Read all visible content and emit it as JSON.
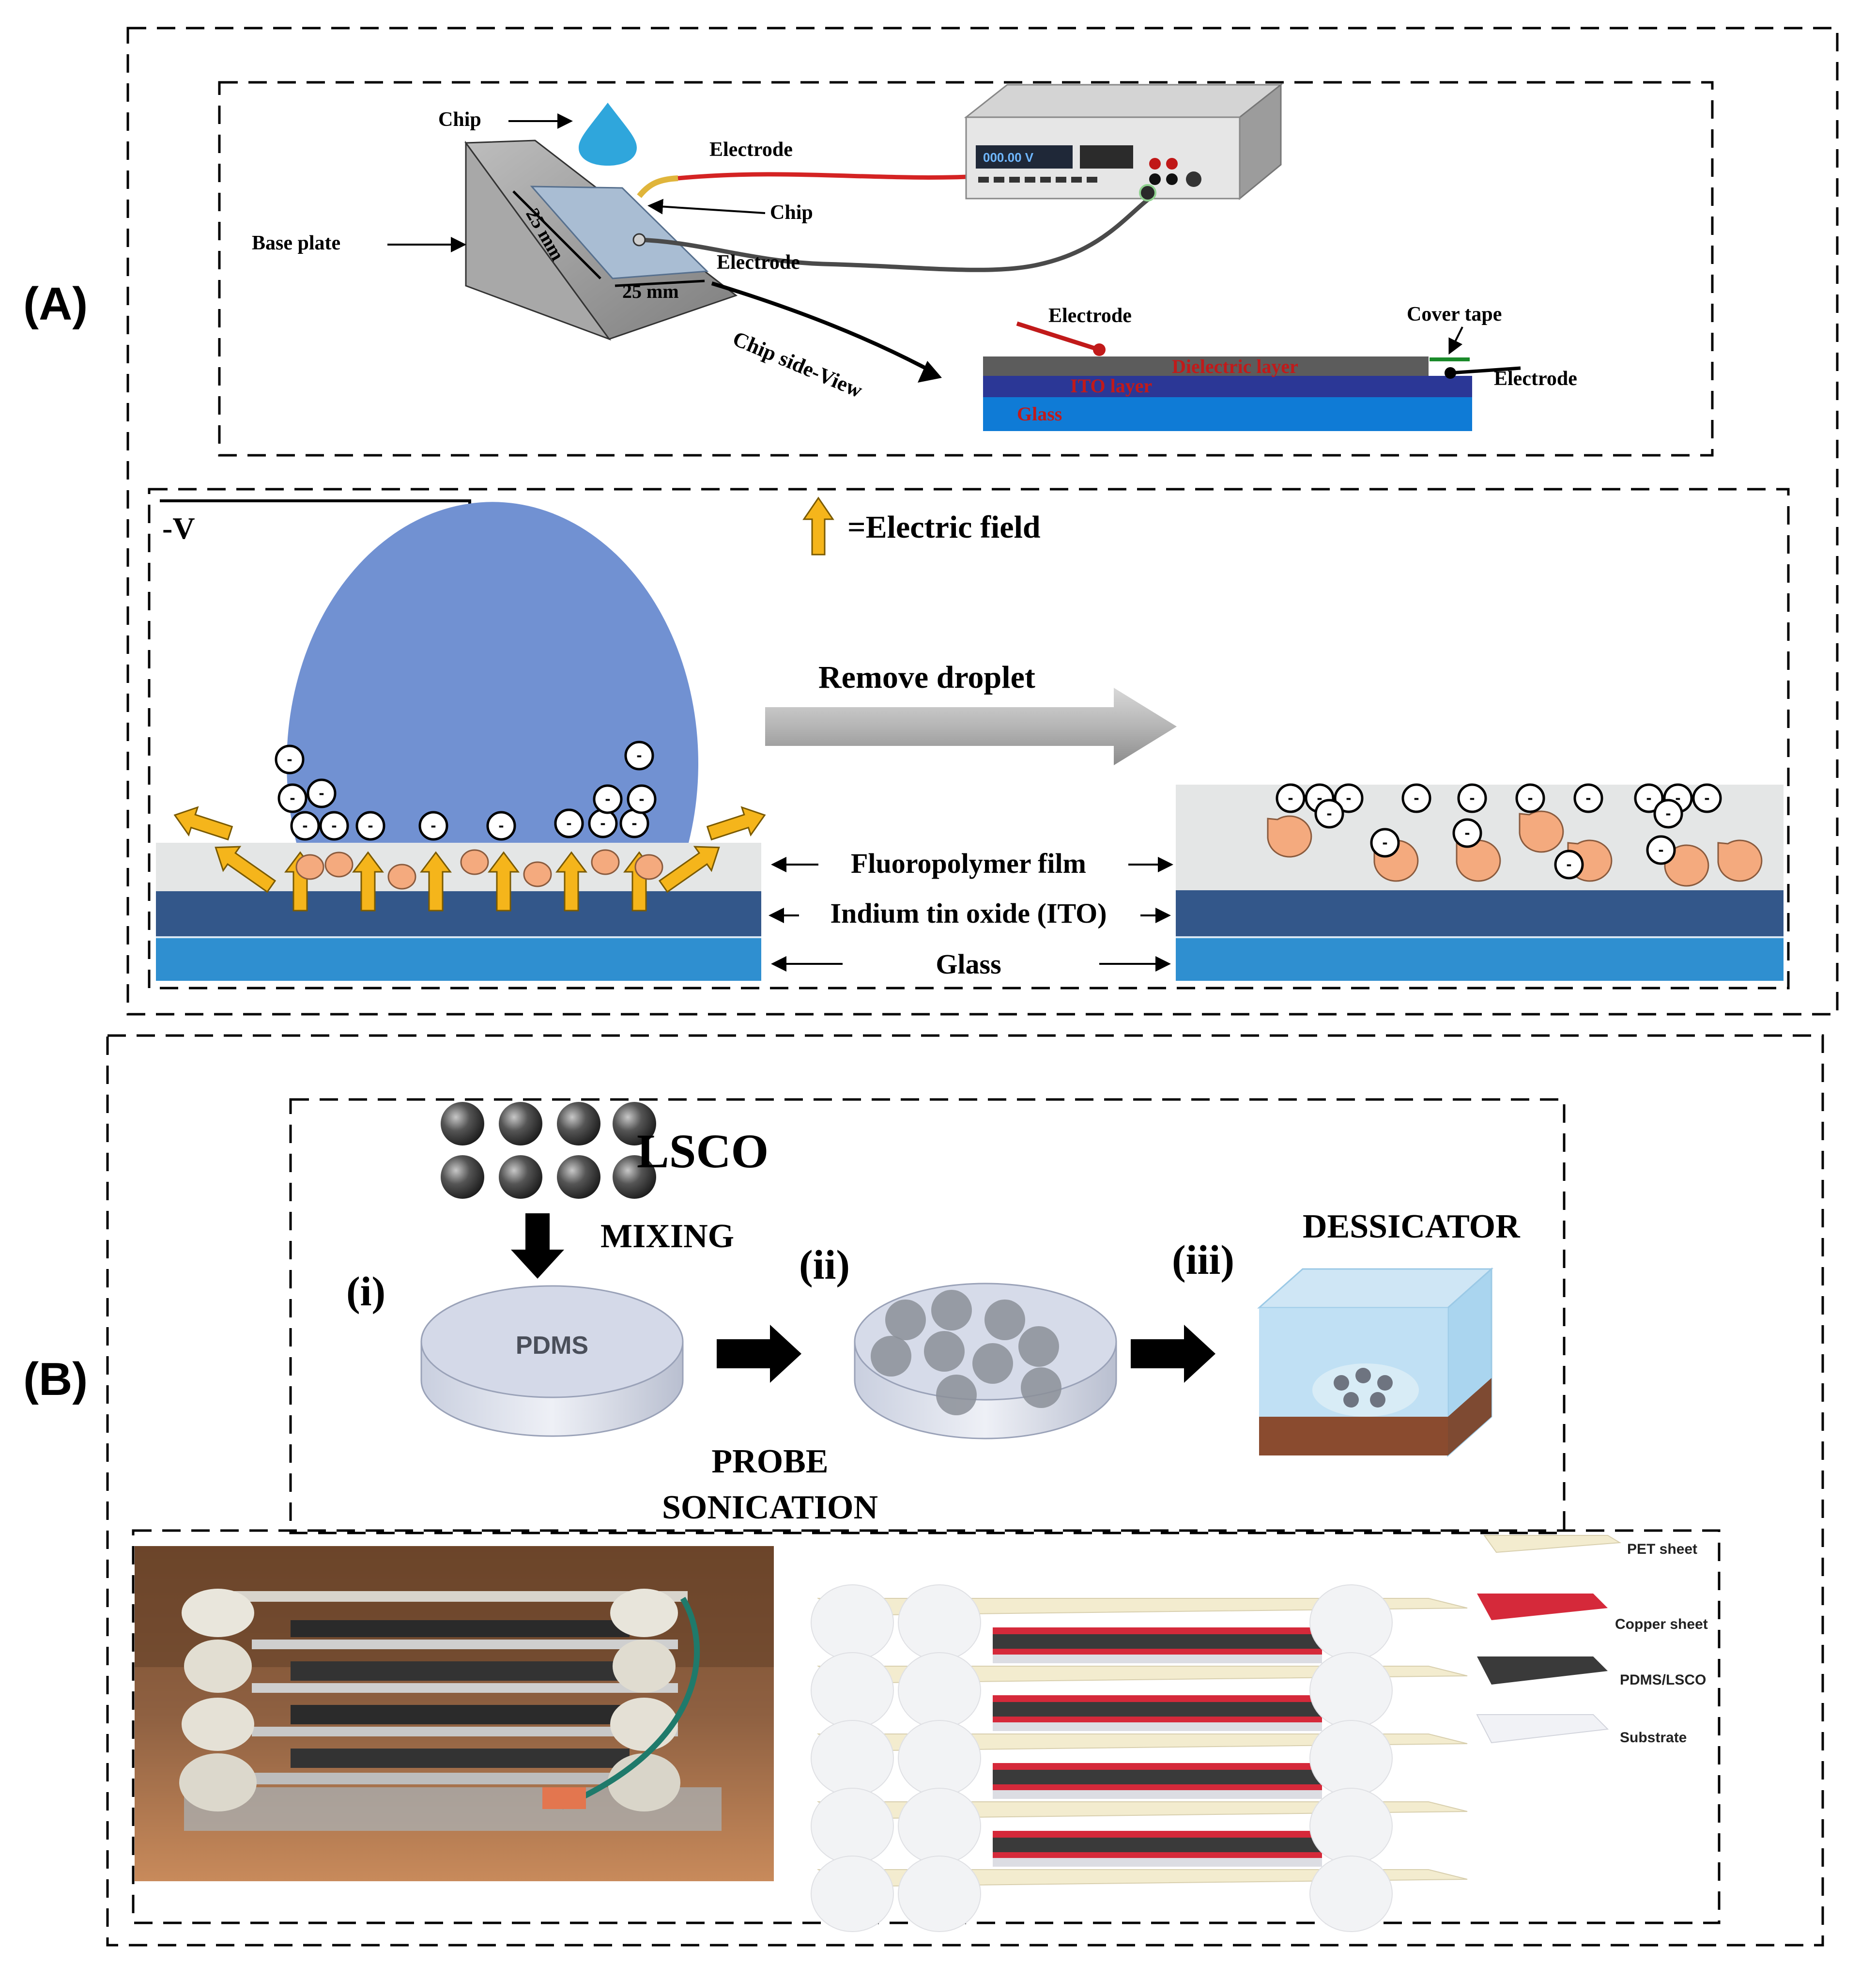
{
  "panel_a": {
    "label": "(A)",
    "setup": {
      "chip_drop_label": "Chip",
      "base_plate_label": "Base plate",
      "dim_vertical": "25 mm",
      "dim_horizontal": "25 mm",
      "electrode_top_label": "Electrode",
      "chip_label": "Chip",
      "electrode_bottom_label": "Electrode",
      "side_view_label": "Chip side-View",
      "meter_display": "000.00 V",
      "side_view": {
        "electrode_left_label": "Electrode",
        "cover_tape_label": "Cover tape",
        "electrode_right_label": "Electrode",
        "dielectric_label": "Dielectric layer",
        "ito_label": "ITO layer",
        "glass_label": "Glass"
      }
    },
    "charging": {
      "voltage_label": "-V",
      "legend_label": "=Electric field",
      "arrow_label": "Remove droplet",
      "charge_symbol": "-",
      "layer_fluoro": "Fluoropolymer film",
      "layer_ito": "Indium tin oxide (ITO)",
      "layer_glass": "Glass"
    }
  },
  "panel_b": {
    "label": "(B)",
    "process": {
      "lsco_label": "LSCO",
      "mixing_label": "MIXING",
      "step1": "(i)",
      "pdms_label": "PDMS",
      "step2": "(ii)",
      "step3": "(iii)",
      "dessicator_label": "DESSICATOR",
      "probe_label": "PROBE",
      "sonication_label": "SONICATION"
    },
    "stack": {
      "pet_label": "PET sheet",
      "copper_label": "Copper sheet",
      "pdms_lsco_label": "PDMS/LSCO",
      "substrate_label": "Substrate"
    }
  },
  "colors": {
    "droplet": "#7191d2",
    "fluoro_film": "#e4e6e6",
    "ito": "#33578a",
    "glass": "#2f8fd0",
    "field_arrow": "#f5b51b",
    "particle": "#f4aa7e",
    "wire_red": "#d42323",
    "copper": "#d5293a",
    "pet": "#f3eccf"
  }
}
